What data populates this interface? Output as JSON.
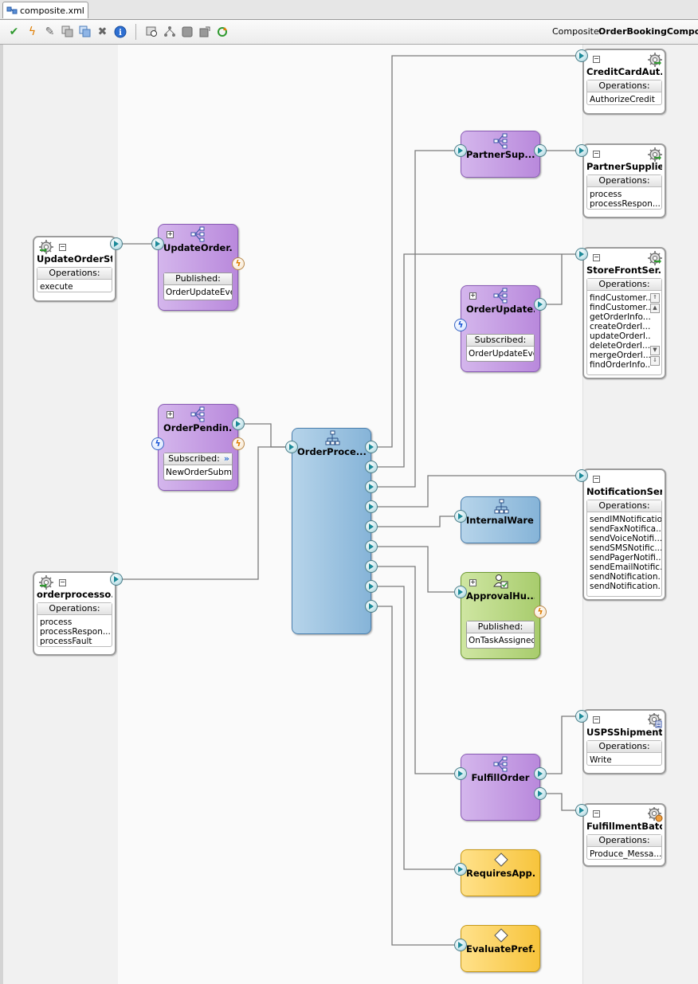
{
  "tab": {
    "label": "composite.xml"
  },
  "toolbar": {
    "buttons": [
      "validate-icon",
      "event-icon",
      "pencil-icon",
      "copy-icon",
      "paste-icon",
      "delete-icon",
      "info-icon",
      "zoom-icon",
      "layout-icon",
      "grid-icon",
      "export-icon",
      "refresh-icon"
    ],
    "composite_label": "Composite:",
    "composite_value": "OrderBookingCompos"
  },
  "colors": {
    "mediator": "#b989dc",
    "bpel": "#86b4d8",
    "human": "#a8cc6d",
    "rule": "#f7c43c",
    "wire": "#7a7a7a",
    "port": "#1c8a99"
  },
  "left_services": [
    {
      "title": "UpdateOrderSt...",
      "ops_header": "Operations:",
      "ops": [
        "execute"
      ]
    },
    {
      "title": "orderprocesso...",
      "ops_header": "Operations:",
      "ops": [
        "process",
        "processRespon...",
        "processFault"
      ]
    }
  ],
  "components": {
    "update_order_mediator": {
      "title": "UpdateOrder...",
      "event_header": "Published:",
      "event_value": "OrderUpdateEvent"
    },
    "order_pending_mediator": {
      "title": "OrderPendin...",
      "event_header": "Subscribed:",
      "event_value": "NewOrderSubmi..."
    },
    "order_process_bpel": {
      "title": "OrderProce..."
    },
    "partner_sup_mediator": {
      "title": "PartnerSup..."
    },
    "order_update_mediator": {
      "title": "OrderUpdate...",
      "event_header": "Subscribed:",
      "event_value": "OrderUpdateEvent"
    },
    "internal_ware_bpel": {
      "title": "InternalWare..."
    },
    "approval_human": {
      "title": "ApprovalHu...",
      "event_header": "Published:",
      "event_value": "OnTaskAssigned"
    },
    "fulfill_order_mediator": {
      "title": "FulfillOrder"
    },
    "requires_app_rule": {
      "title": "RequiresApp..."
    },
    "evaluate_pref_rule": {
      "title": "EvaluatePref..."
    }
  },
  "right_references": [
    {
      "title": "CreditCardAut...",
      "ops_header": "Operations:",
      "ops": [
        "AuthorizeCredit"
      ]
    },
    {
      "title": "PartnerSupplie...",
      "ops_header": "Operations:",
      "ops": [
        "process",
        "processRespon..."
      ]
    },
    {
      "title": "StoreFrontSer...",
      "ops_header": "Operations:",
      "ops": [
        "findCustomer...",
        "findCustomer...",
        "getOrderInfo...",
        "createOrderI...",
        "updateOrderI...",
        "deleteOrderI...",
        "mergeOrderI...",
        "findOrderInfo..."
      ]
    },
    {
      "title": "NotificationSer...",
      "ops_header": "Operations:",
      "ops": [
        "sendIMNotification",
        "sendFaxNotifica...",
        "sendVoiceNotifi...",
        "sendSMSNotific...",
        "sendPagerNotifi...",
        "sendEmailNotific...",
        "sendNotification...",
        "sendNotification..."
      ]
    },
    {
      "title": "USPSShipment",
      "ops_header": "Operations:",
      "ops": [
        "Write"
      ]
    },
    {
      "title": "FulfillmentBatch",
      "ops_header": "Operations:",
      "ops": [
        "Produce_Messa..."
      ]
    }
  ]
}
